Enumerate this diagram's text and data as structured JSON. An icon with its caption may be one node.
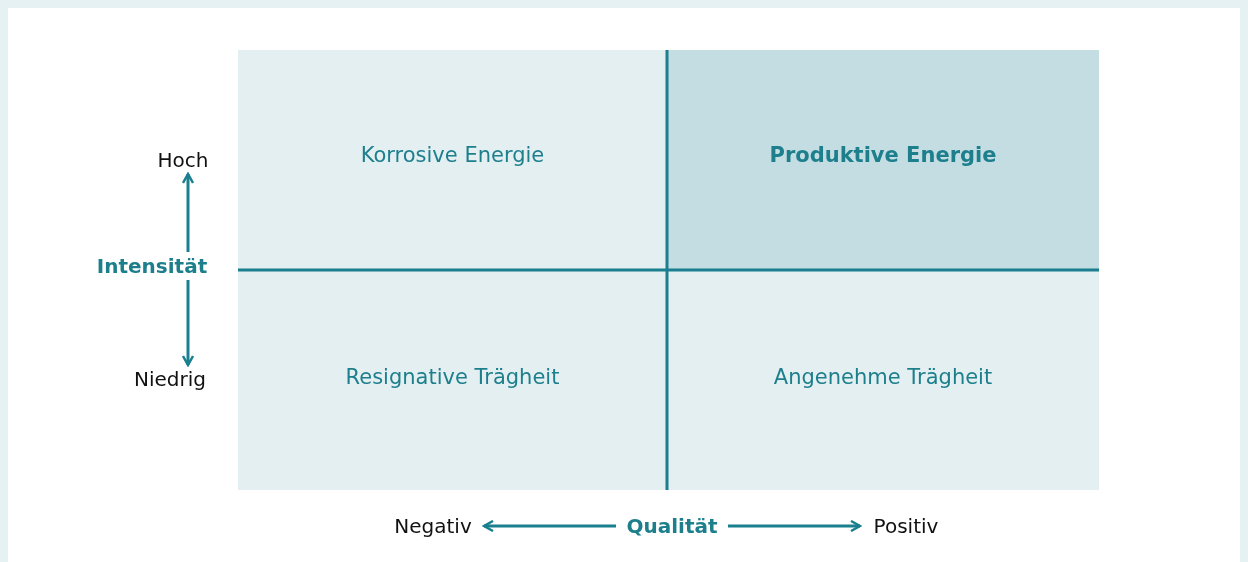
{
  "diagram": {
    "nodes": [
      {
        "text": [
          "Hoch"
        ]
      },
      {
        "text": [
          "Korrosive Energie"
        ]
      },
      {
        "text": [
          "Produktive Energie"
        ]
      },
      {
        "text": [
          "Intensität"
        ]
      },
      {
        "text": [
          "Niedrig"
        ]
      },
      {
        "text": [
          "Resignative Trägheit"
        ]
      },
      {
        "text": [
          "Angenehme Trägheit"
        ]
      },
      {
        "text": [
          "Negativ"
        ]
      },
      {
        "text": [
          "Qualität"
        ]
      },
      {
        "text": [
          "Positiv"
        ]
      }
    ],
    "edges": [
      {
        "from": 3,
        "to": 0,
        "arrow": "to"
      },
      {
        "from": 3,
        "to": 4,
        "arrow": "to"
      },
      {
        "from": 8,
        "to": 7,
        "arrow": "to"
      },
      {
        "from": 8,
        "to": 9,
        "arrow": "to"
      }
    ]
  }
}
